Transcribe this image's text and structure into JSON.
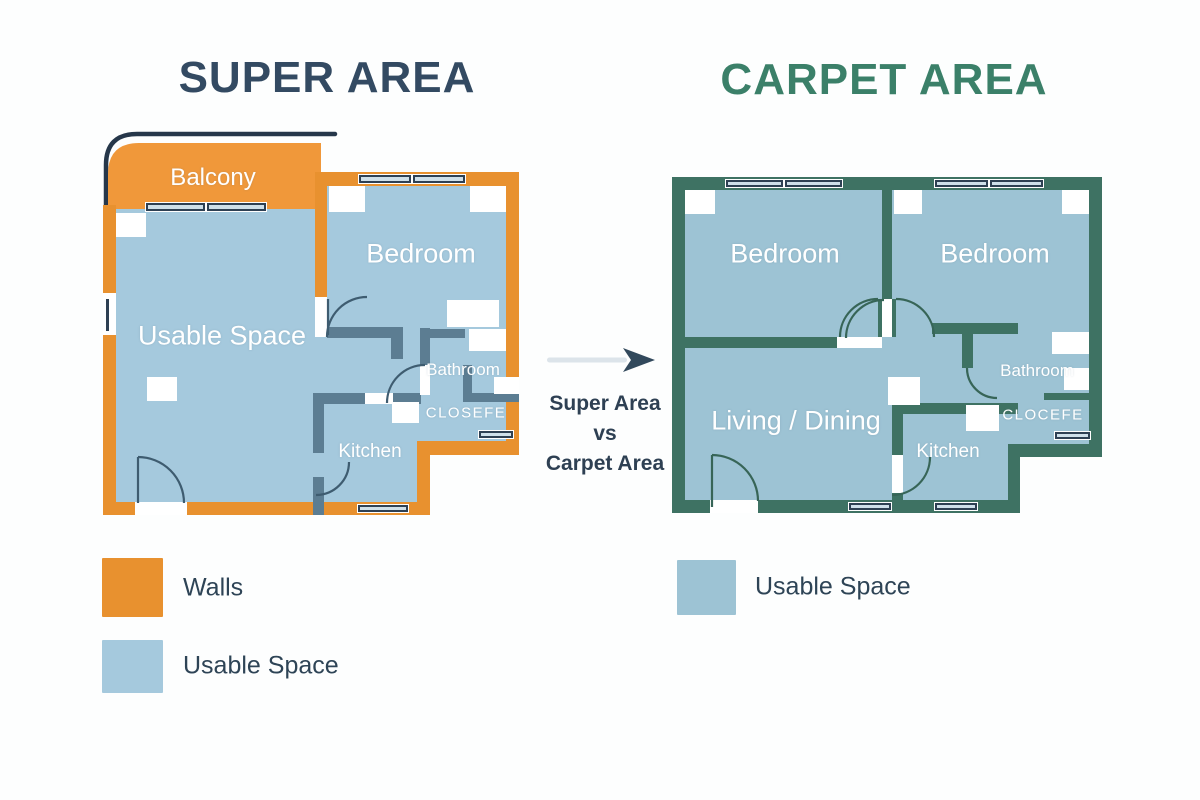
{
  "left_plan": {
    "title": "SUPER AREA",
    "rooms": {
      "balcony": "Balcony",
      "usable": "Usable Space",
      "bedroom": "Bedroom",
      "bathroom": "Bathroom",
      "closet": "CLOSEFE",
      "kitchen": "Kitchen"
    },
    "wall_color": "#E8912F",
    "floor_color": "#A5C9DD",
    "interior_wall_color": "#5C7D92",
    "outline_color": "#26374A"
  },
  "right_plan": {
    "title": "CARPET AREA",
    "rooms": {
      "bedroom1": "Bedroom",
      "bedroom2": "Bedroom",
      "living": "Living / Dining",
      "bathroom": "Bathroom",
      "closet": "CLOCEFE",
      "kitchen": "Kitchen"
    },
    "wall_color": "#3E7263",
    "floor_color": "#9DC3D4"
  },
  "center": {
    "arrow_icon": "right-arrow",
    "caption_line1": "Super Area",
    "caption_line2": "vs",
    "caption_line3": "Carpet Area",
    "arrow_line_color": "#DCE4EA",
    "arrow_head_color": "#32495C"
  },
  "legend_left": {
    "items": [
      {
        "label": "Walls",
        "color": "#E8912F"
      },
      {
        "label": "Usable Space",
        "color": "#A5C9DD"
      }
    ]
  },
  "legend_right": {
    "items": [
      {
        "label": "Usable Space",
        "color": "#9DC3D4"
      }
    ]
  }
}
